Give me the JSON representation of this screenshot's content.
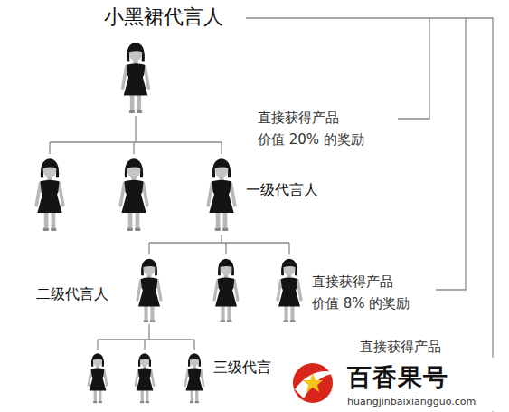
{
  "diagram": {
    "title": "小黑裙代言人",
    "labels": [
      "直接获得产品",
      "价值 20% 的奖励",
      "一级代言人",
      "二级代言人",
      "直接获得产品",
      "价值 8% 的奖励",
      "三级代言",
      "直接获得产品",
      "百香果号",
      "huangjinbaixiangguo.com"
    ]
  }
}
